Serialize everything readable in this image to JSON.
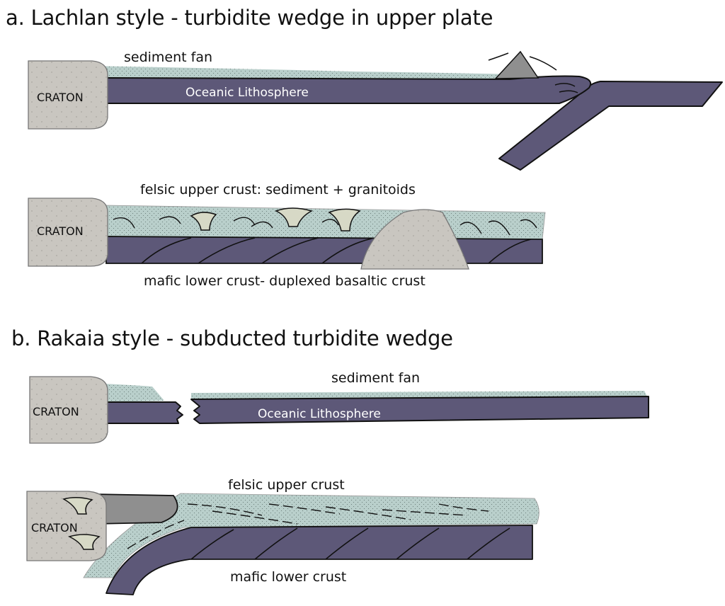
{
  "colors": {
    "craton": "#c9c6c0",
    "oceanic": "#5d5878",
    "sediment": "#b9cfcb",
    "volcano": "#8f8f8f",
    "granitoid": "#d7d9c6",
    "outline": "#111111"
  },
  "section_a": {
    "title": "a. Lachlan style - turbidite wedge in upper plate",
    "top": {
      "craton_label": "CRATON",
      "fan_label": "sediment fan",
      "plate_label": "Oceanic Lithosphere"
    },
    "bottom": {
      "craton_label": "CRATON",
      "upper_label": "felsic upper crust: sediment + granitoids",
      "lower_label": "mafic lower crust- duplexed basaltic crust"
    }
  },
  "section_b": {
    "title": "b. Rakaia style - subducted turbidite wedge",
    "top": {
      "craton_label": "CRATON",
      "fan_label": "sediment fan",
      "plate_label": "Oceanic Lithosphere"
    },
    "bottom": {
      "craton_label": "CRATON",
      "upper_label": "felsic upper crust",
      "lower_label": "mafic lower crust"
    }
  }
}
